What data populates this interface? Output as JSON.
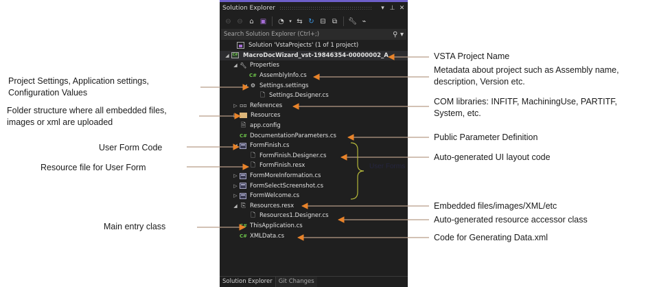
{
  "panel": {
    "title": "Solution Explorer",
    "title_controls": [
      "▾",
      "⊥",
      "✕"
    ],
    "search_placeholder": "Search Solution Explorer (Ctrl+;)",
    "toolbar_icons": [
      "back-icon",
      "forward-icon",
      "home-icon",
      "switch-views-icon",
      "pending-changes-filter-icon",
      "dropdown-icon",
      "sync-icon",
      "refresh-icon",
      "collapse-all-icon",
      "show-all-files-icon",
      "properties-icon",
      "preview-icon"
    ],
    "bottom_tabs": [
      {
        "label": "Solution Explorer",
        "active": true
      },
      {
        "label": "Git Changes",
        "active": false
      }
    ]
  },
  "tree": [
    {
      "label": "Solution 'VstaProjects' (1 of 1 project)",
      "icon": "solution-icon",
      "depth": 0,
      "expander": ""
    },
    {
      "label": "MacroDocWizard_vst-19846354-00000002_A",
      "icon": "csharp-project-icon",
      "depth": 0,
      "expander": "◢",
      "selected": true
    },
    {
      "label": "Properties",
      "icon": "wrench-icon",
      "depth": 1,
      "expander": "◢"
    },
    {
      "label": "AssemblyInfo.cs",
      "icon": "csharp-file-icon",
      "depth": 2,
      "expander": ""
    },
    {
      "label": "Settings.settings",
      "icon": "settings-icon",
      "depth": 2,
      "expander": "◢"
    },
    {
      "label": "Settings.Designer.cs",
      "icon": "designer-file-icon",
      "depth": 3,
      "expander": ""
    },
    {
      "label": "References",
      "icon": "references-icon",
      "depth": 1,
      "expander": "▷"
    },
    {
      "label": "Resources",
      "icon": "folder-icon",
      "depth": 1,
      "expander": "▷"
    },
    {
      "label": "app.config",
      "icon": "config-file-icon",
      "depth": 1,
      "expander": ""
    },
    {
      "label": "DocumentationParameters.cs",
      "icon": "csharp-file-icon",
      "depth": 1,
      "expander": ""
    },
    {
      "label": "FormFinish.cs",
      "icon": "form-icon",
      "depth": 1,
      "expander": "◢"
    },
    {
      "label": "FormFinish.Designer.cs",
      "icon": "designer-file-icon",
      "depth": 2,
      "expander": ""
    },
    {
      "label": "FormFinish.resx",
      "icon": "designer-file-icon",
      "depth": 2,
      "expander": ""
    },
    {
      "label": "FormMoreInformation.cs",
      "icon": "form-icon",
      "depth": 1,
      "expander": "▷"
    },
    {
      "label": "FormSelectScreenshot.cs",
      "icon": "form-icon",
      "depth": 1,
      "expander": "▷"
    },
    {
      "label": "FormWelcome.cs",
      "icon": "form-icon",
      "depth": 1,
      "expander": "▷"
    },
    {
      "label": "Resources.resx",
      "icon": "resx-icon",
      "depth": 1,
      "expander": "◢"
    },
    {
      "label": "Resources1.Designer.cs",
      "icon": "designer-file-icon",
      "depth": 2,
      "expander": ""
    },
    {
      "label": "ThisApplication.cs",
      "icon": "csharp-file-icon",
      "depth": 1,
      "expander": ""
    },
    {
      "label": "XMLData.cs",
      "icon": "csharp-file-icon",
      "depth": 1,
      "expander": ""
    }
  ],
  "brace_label": "User Forms",
  "annotations_left": [
    {
      "text": "Project Settings, Application settings,\nConfiguration Values",
      "lines": [
        "Project Settings, Application settings,",
        "Configuration Values"
      ]
    },
    {
      "lines": [
        "Folder structure where all embedded files,",
        "images or xml are uploaded"
      ]
    },
    {
      "lines": [
        "User Form Code"
      ]
    },
    {
      "lines": [
        "Resource file for User Form"
      ]
    },
    {
      "lines": [
        "Main entry class"
      ]
    }
  ],
  "annotations_right": [
    {
      "lines": [
        "VSTA Project Name"
      ]
    },
    {
      "lines": [
        "Metadata about project such as Assembly name,",
        "description, Version etc."
      ]
    },
    {
      "lines": [
        "COM libraries: INFITF, MachiningUse, PARTITF,",
        "System, etc."
      ]
    },
    {
      "lines": [
        "Public Parameter Definition"
      ]
    },
    {
      "lines": [
        "Auto-generated UI layout code"
      ]
    },
    {
      "lines": [
        "Embedded files/images/XML/etc"
      ]
    },
    {
      "lines": [
        "Auto-generated resource accessor class"
      ]
    },
    {
      "lines": [
        "Code for Generating Data.xml"
      ]
    }
  ],
  "colors": {
    "arrow": "#e8832a",
    "leader_line": "#b89c88",
    "brace": "#b5b83a",
    "panel_bg": "#1f1f1f",
    "accent": "#6d5fc9"
  }
}
